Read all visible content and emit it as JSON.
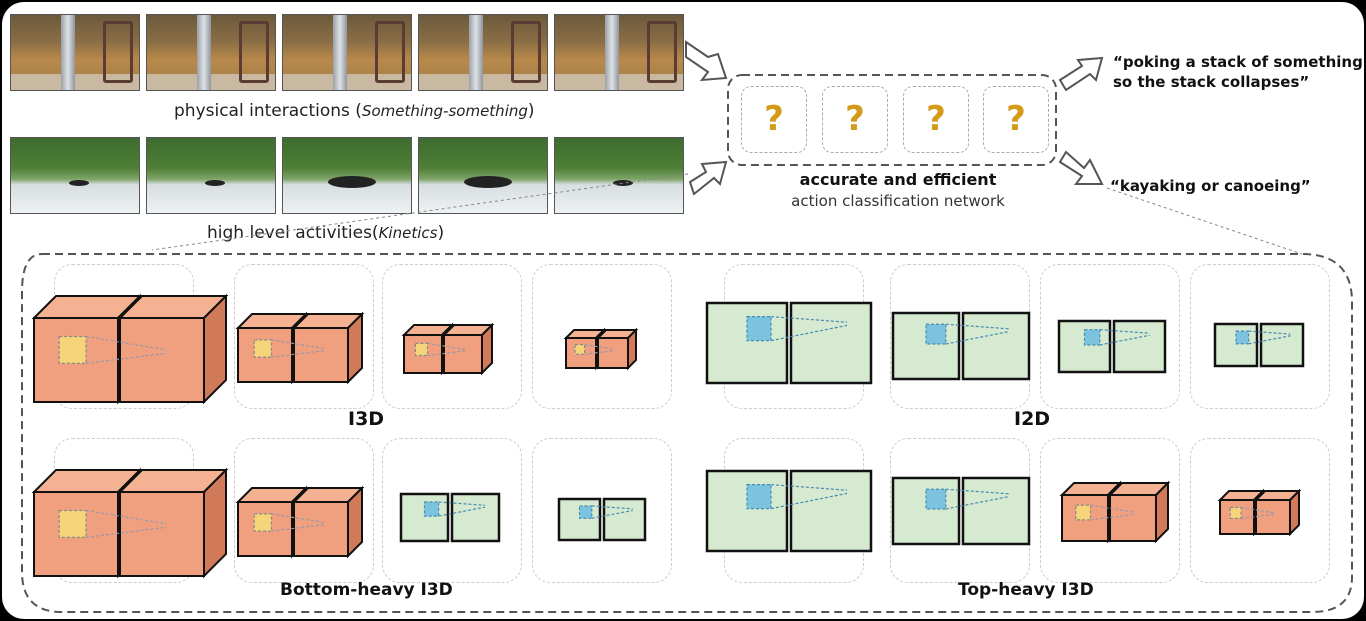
{
  "top": {
    "physical_caption": "physical interactions (",
    "physical_caption_italic": "Something-something",
    "physical_caption_end": ")",
    "kinetics_caption": "high level activities(",
    "kinetics_caption_italic": "Kinetics",
    "kinetics_caption_end": ")"
  },
  "network": {
    "unknowns": [
      "?",
      "?",
      "?",
      "?"
    ],
    "title": "accurate and efficient",
    "subtitle": "action classification network"
  },
  "outputs": {
    "quote1_line1": "“poking a stack of something",
    "quote1_line2": "so the stack collapses”",
    "quote2": "“kayaking or canoeing”"
  },
  "architectures": {
    "i3d": "I3D",
    "i2d": "I2D",
    "bottom_heavy": "Bottom-heavy I3D",
    "top_heavy": "Top-heavy I3D"
  },
  "colors": {
    "cube_face": "#f0a07e",
    "cube_top": "#f4b292",
    "cube_side": "#d07a5a",
    "kernel_3d": "#f5d47a",
    "square_fill": "#d5ead0",
    "kernel_2d": "#7cc3e0",
    "question_mark": "#d49a1a"
  }
}
